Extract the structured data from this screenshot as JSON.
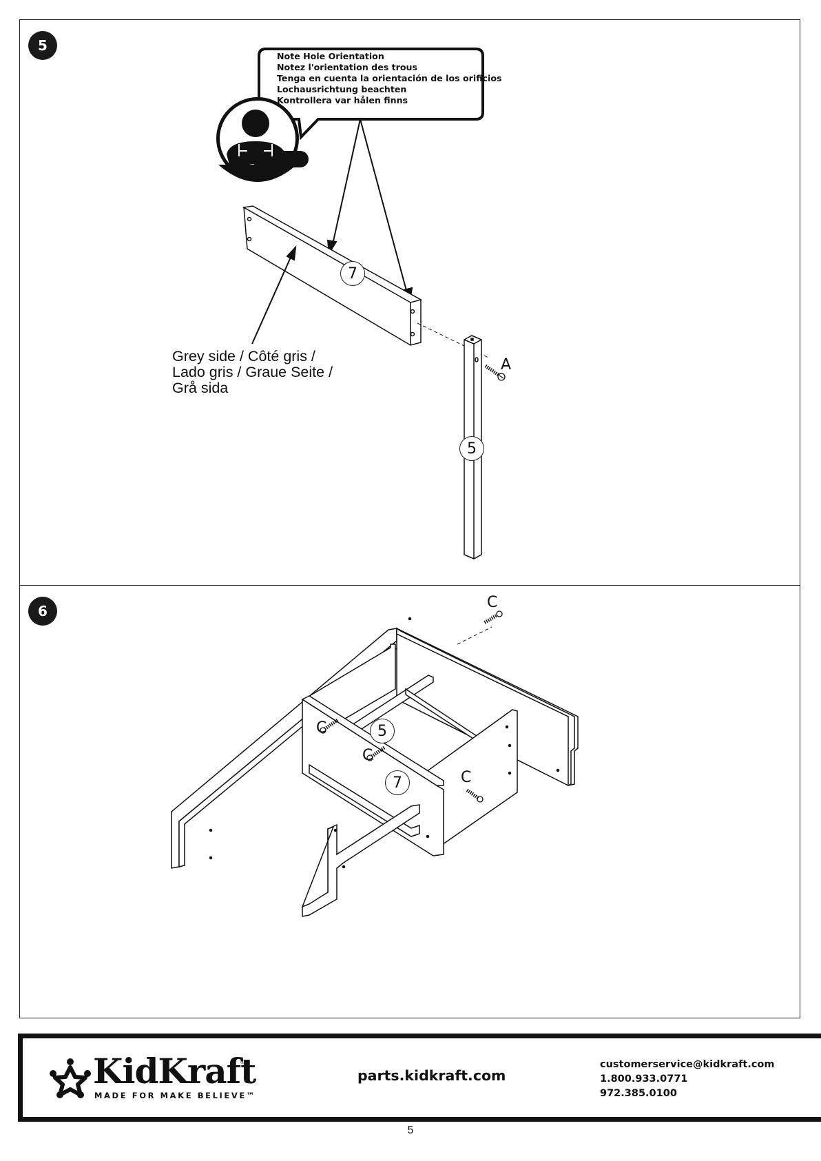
{
  "step5": {
    "number": "5",
    "note_lines": [
      "Note Hole Orientation",
      "Notez l'orientation des trous",
      "Tenga en cuenta la orientación de los orificios",
      "Lochausrichtung beachten",
      "Kontrollera var hålen finns"
    ],
    "grey_side_lines": [
      "Grey side / Côté gris /",
      "Lado gris / Graue Seite /",
      "Grå sida"
    ],
    "part_board": "7",
    "part_post": "5",
    "hardware_label": "A"
  },
  "step6": {
    "number": "6",
    "part_post": "5",
    "part_board": "7",
    "hardware_label": "C"
  },
  "footer": {
    "brand": "KidKraft",
    "tagline": "MADE FOR MAKE BELIEVE™",
    "parts_url": "parts.kidkraft.com",
    "email": "customerservice@kidkraft.com",
    "phone1": "1.800.933.0771",
    "phone2": "972.385.0100"
  },
  "page_number": "5"
}
